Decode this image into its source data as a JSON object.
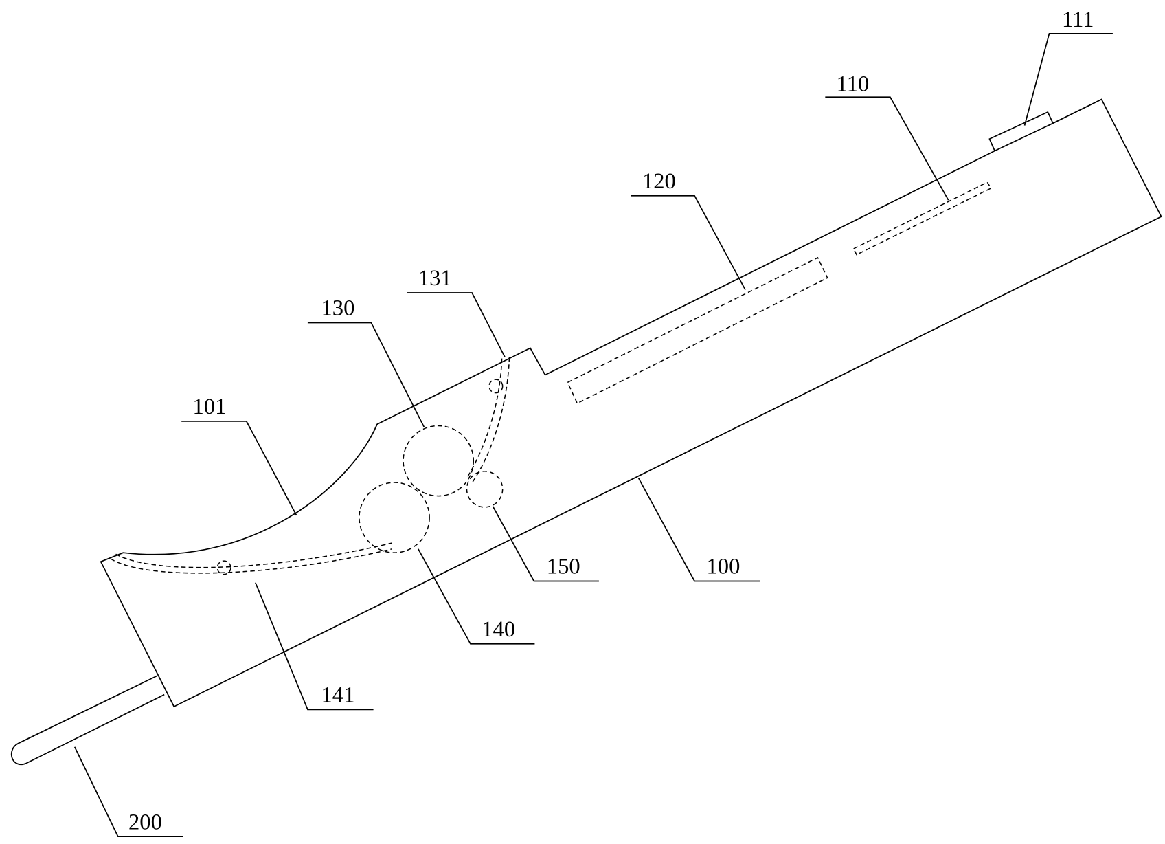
{
  "labels": {
    "l111": "111",
    "l110": "110",
    "l120": "120",
    "l131": "131",
    "l130": "130",
    "l101": "101",
    "l150": "150",
    "l100": "100",
    "l140": "140",
    "l141": "141",
    "l200": "200"
  }
}
